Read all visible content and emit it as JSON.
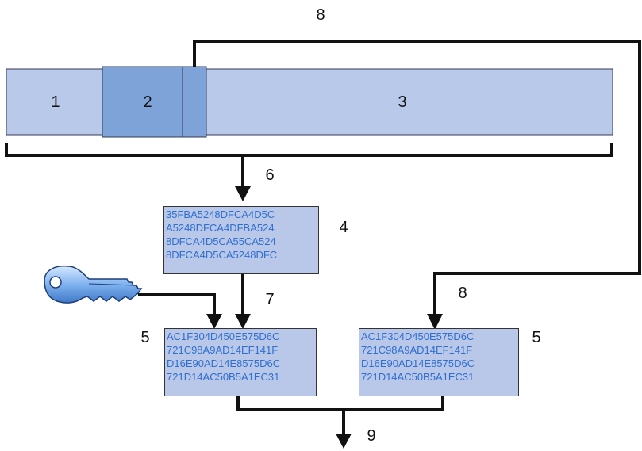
{
  "diagram": {
    "bar_segments": [
      {
        "label": "1"
      },
      {
        "label": "2"
      },
      {
        "label": "3"
      }
    ],
    "step_labels": {
      "top_loop": "8",
      "right_loop": "8",
      "brace_down": "6",
      "hash_down": "7",
      "merge_down": "9"
    },
    "box_labels": {
      "hash_box": "4",
      "left_box": "5",
      "right_box": "5"
    },
    "hash_box_lines": [
      "35FBA5248DFCA4D5C",
      "A5248DFCA4DFBA524",
      "8DFCA4D5CA55CA524",
      "8DFCA4D5CA5248DFC"
    ],
    "left_box_lines": [
      "AC1F304D450E575D6C",
      "721C98A9AD14EF141F",
      "D16E90AD14E8575D6C",
      "721D14AC50B5A1EC31"
    ],
    "right_box_lines": [
      "AC1F304D450E575D6C",
      "721C98A9AD14EF141F",
      "D16E90AD14E8575D6C",
      "721D14AC50B5A1EC31"
    ],
    "icons": {
      "key": "key-icon"
    },
    "colors": {
      "bar_light": "#b9c9e9",
      "bar_dark": "#7ea3d8",
      "box_fill": "#b9c7e8",
      "hex_text": "#2f6fd0",
      "line": "#111111"
    }
  }
}
